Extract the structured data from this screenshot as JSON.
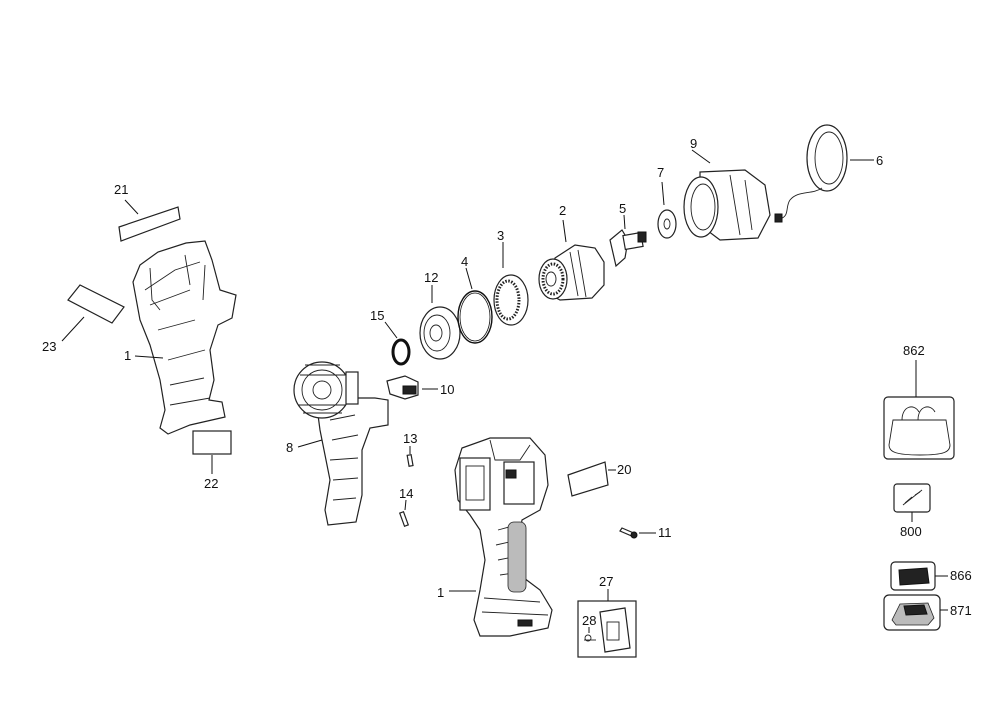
{
  "diagram": {
    "callouts": {
      "c1a": "1",
      "c1b": "1",
      "c2": "2",
      "c3": "3",
      "c4": "4",
      "c5": "5",
      "c6": "6",
      "c7": "7",
      "c8": "8",
      "c9": "9",
      "c10": "10",
      "c11": "11",
      "c12": "12",
      "c13": "13",
      "c14": "14",
      "c15": "15",
      "c20": "20",
      "c21": "21",
      "c22": "22",
      "c23": "23",
      "c27": "27",
      "c28": "28",
      "c800": "800",
      "c862": "862",
      "c866": "866",
      "c871": "871"
    }
  }
}
